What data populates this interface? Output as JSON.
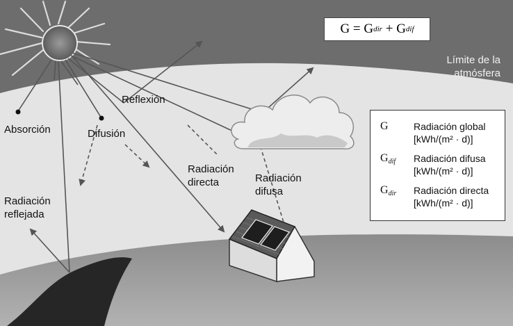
{
  "formula": {
    "lhs": "G",
    "eq": " = ",
    "term1": "G",
    "term1_sub": "dir",
    "plus": " + ",
    "term2": "G",
    "term2_sub": "dif"
  },
  "labels": {
    "atmosphere_limit_1": "Límite de la",
    "atmosphere_limit_2": "atmósfera",
    "absorption": "Absorción",
    "diffusion": "Difusión",
    "reflection": "Reflexión",
    "reflected_radiation_1": "Radiación",
    "reflected_radiation_2": "reflejada",
    "direct_radiation_1": "Radiación",
    "direct_radiation_2": "directa",
    "diffuse_radiation_1": "Radiación",
    "diffuse_radiation_2": "difusa"
  },
  "legend": [
    {
      "symbol": "G",
      "sub": "",
      "name": "Radiación global",
      "unit": "[kWh/(m² · d)]"
    },
    {
      "symbol": "G",
      "sub": "dif",
      "name": "Radiación difusa",
      "unit": "[kWh/(m² · d)]"
    },
    {
      "symbol": "G",
      "sub": "dir",
      "name": "Radiación directa",
      "unit": "[kWh/(m² · d)]"
    }
  ]
}
